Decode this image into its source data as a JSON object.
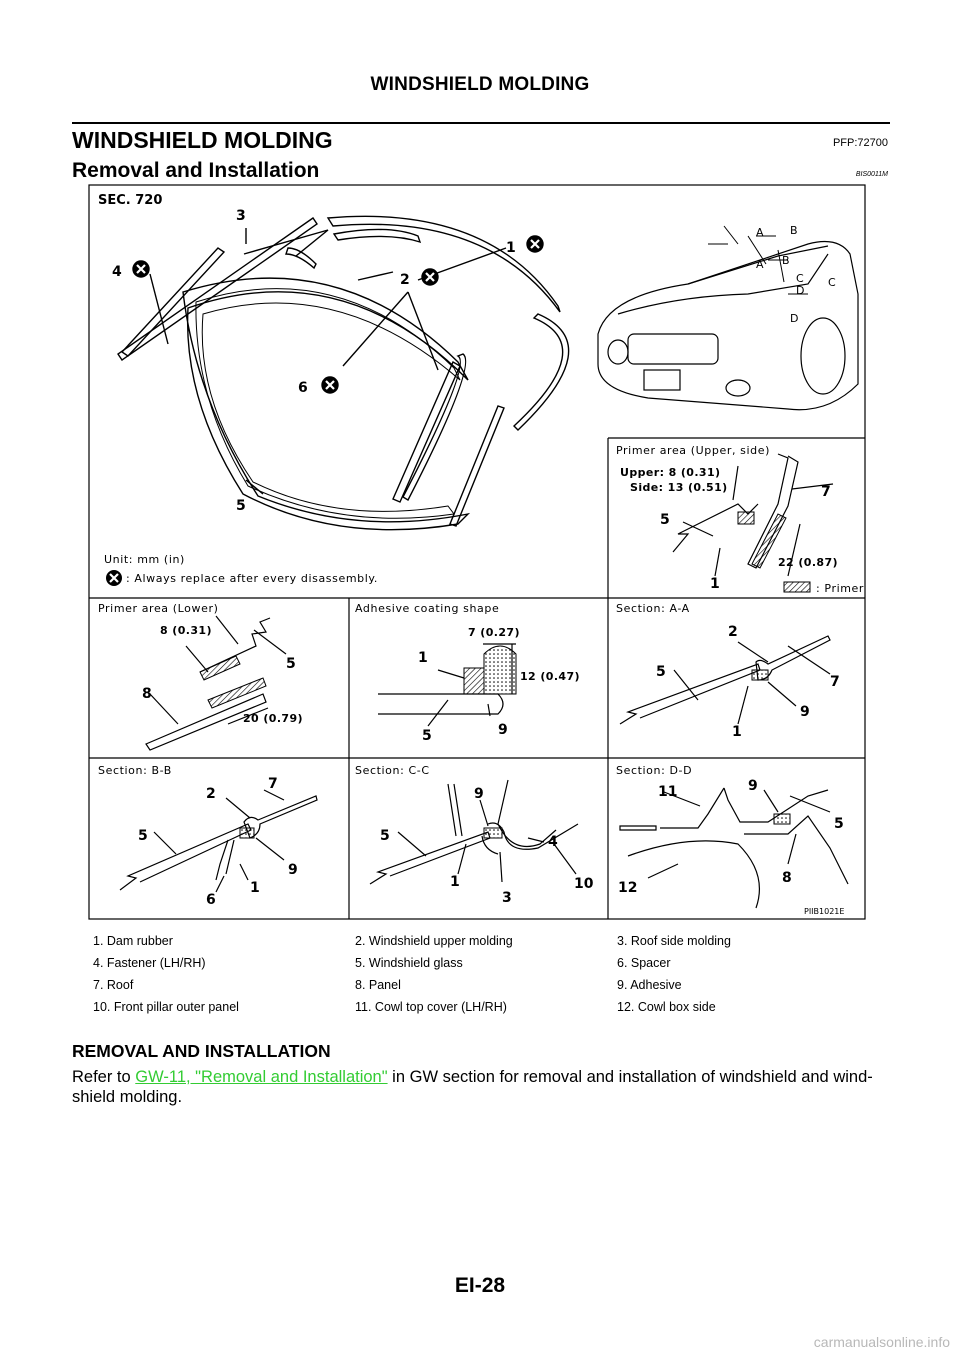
{
  "page": {
    "running_header": "WINDSHIELD MOLDING",
    "section_title": "WINDSHIELD MOLDING",
    "part_code": "PFP:72700",
    "subsection_title": "Removal and Installation",
    "subsection_code": "BIS0011M",
    "page_number": "EI-28",
    "watermark": "carmanualsonline.info"
  },
  "figure": {
    "sec_label": "SEC. 720",
    "unit_note": "Unit: mm (in)",
    "replace_note": ": Always replace after every disassembly.",
    "figure_code": "PIIB1021E",
    "callouts": [
      "1",
      "2",
      "3",
      "4",
      "5",
      "6",
      "7",
      "8",
      "9",
      "10",
      "11",
      "12"
    ],
    "car_section_marks": [
      "A",
      "B",
      "A",
      "B",
      "C",
      "C",
      "D",
      "D"
    ],
    "panels": {
      "primer_upper_side": {
        "title": "Primer area (Upper, side)",
        "dim_upper": "Upper: 8 (0.31)",
        "dim_side": "Side: 13 (0.51)",
        "dim_width": "22 (0.87)",
        "primer_legend": ": Primer"
      },
      "primer_lower": {
        "title": "Primer area (Lower)",
        "dim_top": "8 (0.31)",
        "dim_bottom": "20 (0.79)"
      },
      "adhesive_shape": {
        "title": "Adhesive coating shape",
        "dim_width": "7 (0.27)",
        "dim_height": "12 (0.47)"
      },
      "section_aa": {
        "title": "Section: A-A"
      },
      "section_bb": {
        "title": "Section: B-B"
      },
      "section_cc": {
        "title": "Section: C-C"
      },
      "section_dd": {
        "title": "Section: D-D"
      }
    }
  },
  "legend": [
    [
      "1.   Dam rubber",
      "2.   Windshield upper molding",
      "3.   Roof side molding"
    ],
    [
      "4.   Fastener (LH/RH)",
      "5.   Windshield glass",
      "6.   Spacer"
    ],
    [
      "7.   Roof",
      "8.   Panel",
      "9.   Adhesive"
    ],
    [
      "10.  Front pillar outer panel",
      "11.  Cowl top cover (LH/RH)",
      "12.  Cowl box side"
    ]
  ],
  "procedure": {
    "heading": "REMOVAL AND INSTALLATION",
    "text_before": "Refer to ",
    "link": "GW-11, \"Removal and Installation\"",
    "text_after": " in GW section for removal and installation of windshield and wind-shield molding."
  }
}
